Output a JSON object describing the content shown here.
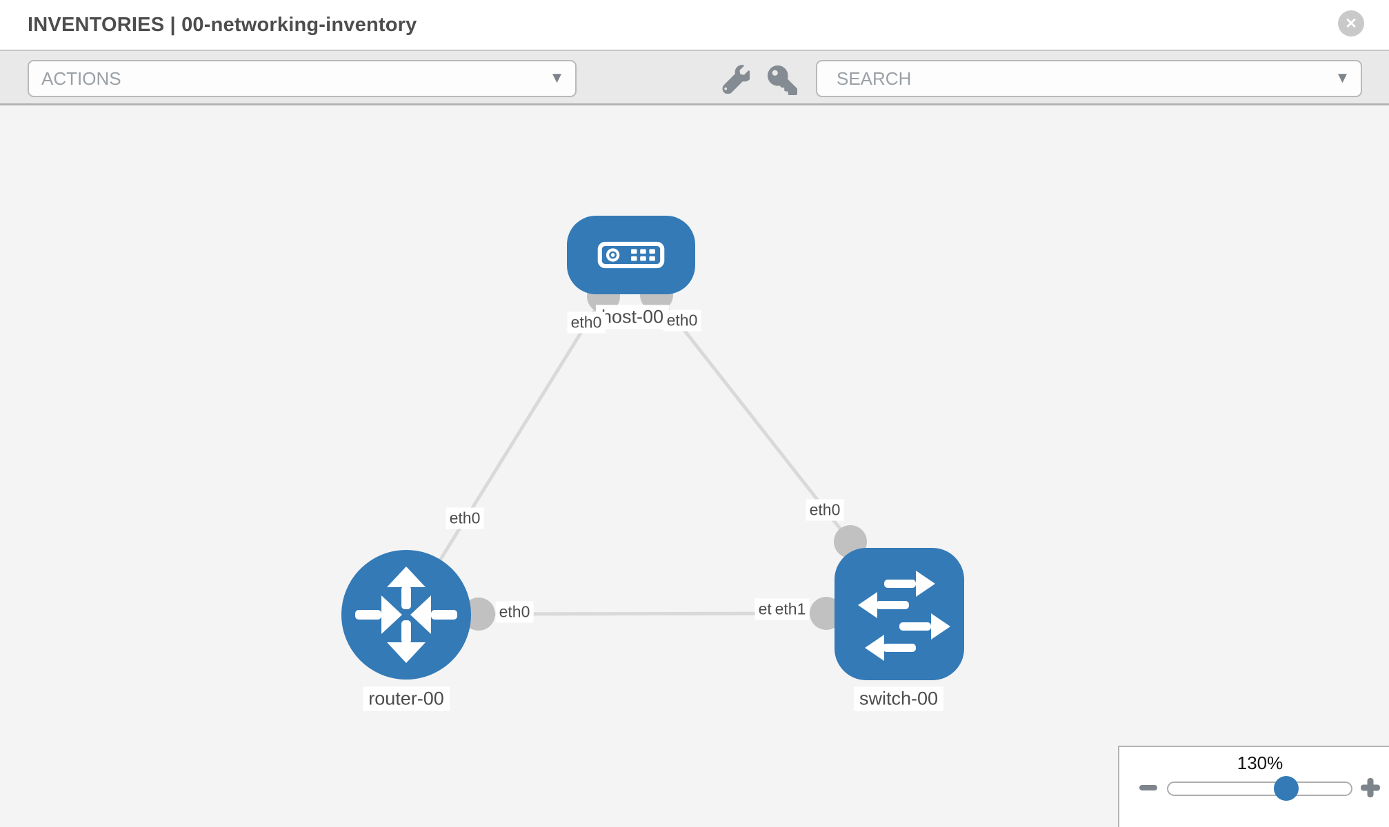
{
  "header": {
    "title": "INVENTORIES | 00-networking-inventory",
    "close_glyph": "✕"
  },
  "toolbar": {
    "actions_label": "ACTIONS",
    "search_label": "SEARCH",
    "caret_glyph": "▾",
    "icons": [
      "wrench-icon",
      "key-icon"
    ]
  },
  "topology": {
    "nodes": {
      "host": {
        "label": "host-00",
        "type": "host"
      },
      "router": {
        "label": "router-00",
        "type": "router"
      },
      "switch": {
        "label": "switch-00",
        "type": "switch"
      }
    },
    "links": [
      {
        "from": "host-00",
        "to": "router-00",
        "from_interface": "eth0",
        "to_interface": "eth0"
      },
      {
        "from": "host-00",
        "to": "switch-00",
        "from_interface": "eth0",
        "to_interface": "eth0"
      },
      {
        "from": "router-00",
        "to": "switch-00",
        "from_interface": "eth0",
        "to_interface": "eth1"
      }
    ],
    "interfaces": {
      "host_to_router": "eth0",
      "router_to_host": "eth0",
      "host_to_switch": "eth0",
      "switch_to_host": "eth0",
      "router_to_switch": "eth0",
      "switch_to_router_hidden": "eth0",
      "switch_to_router": "eth1"
    },
    "colors": {
      "node": "#337ab7",
      "link": "#d9d9d9",
      "connector": "#c1c1c1"
    }
  },
  "zoom": {
    "percent": "130%",
    "value": 130
  }
}
